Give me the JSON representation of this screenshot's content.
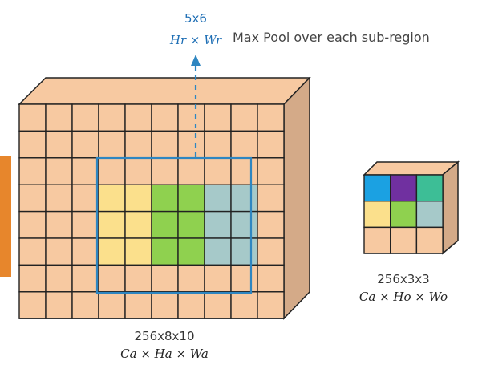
{
  "colors": {
    "cell": "#f7c9a1",
    "side": "#d4aa88",
    "stroke": "#222222",
    "highlight_box": "#2e86c1",
    "yellow": "#fbe08c",
    "green": "#8fd14f",
    "teal": "#a6c9c9",
    "blue": "#1ba1e2",
    "purple": "#7030a0",
    "mint": "#3dbe96",
    "orange_tab": "#e7862c",
    "label": "#222222",
    "blue_label": "#1f6fb5"
  },
  "annotation": {
    "title": "Max Pool over each sub-region",
    "region_size": "5x6",
    "region_formula": "Hr × Wr"
  },
  "input_cube": {
    "size_label": "256x8x10",
    "formula": "Ca × Ha × Wa",
    "rows": 8,
    "cols": 10
  },
  "output_cube": {
    "size_label": "256x3x3",
    "formula": "Ca × Ho × Wo",
    "rows": 3,
    "cols": 3
  }
}
